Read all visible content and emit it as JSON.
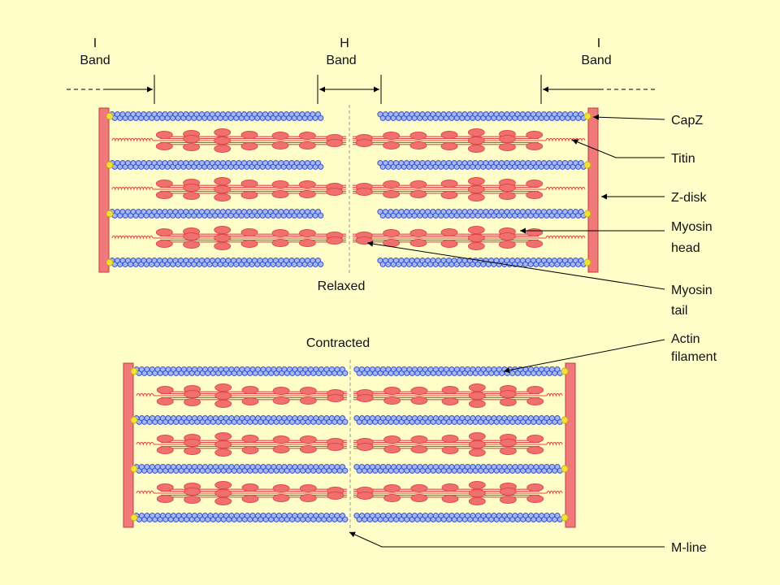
{
  "colors": {
    "background": "#fffdc8",
    "zdisk": "#f07a7a",
    "zdisk_edge": "#c43c3c",
    "actin": "#3a5ad8",
    "actin_fill": "#a9b8f0",
    "capz": "#f0e040",
    "myosin": "#e04848",
    "myosin_fill": "#f07070"
  },
  "labels": {
    "i_band_left_1": "I",
    "i_band_left_2": "Band",
    "h_band_1": "H",
    "h_band_2": "Band",
    "i_band_right_1": "I",
    "i_band_right_2": "Band",
    "capz": "CapZ",
    "titin": "Titin",
    "zdisk": "Z-disk",
    "myosin_head_1": "Myosin",
    "myosin_head_2": "head",
    "myosin_tail_1": "Myosin",
    "myosin_tail_2": "tail",
    "actin_1": "Actin",
    "actin_2": "filament",
    "mline": "M-line",
    "relaxed": "Relaxed",
    "contracted": "Contracted"
  }
}
